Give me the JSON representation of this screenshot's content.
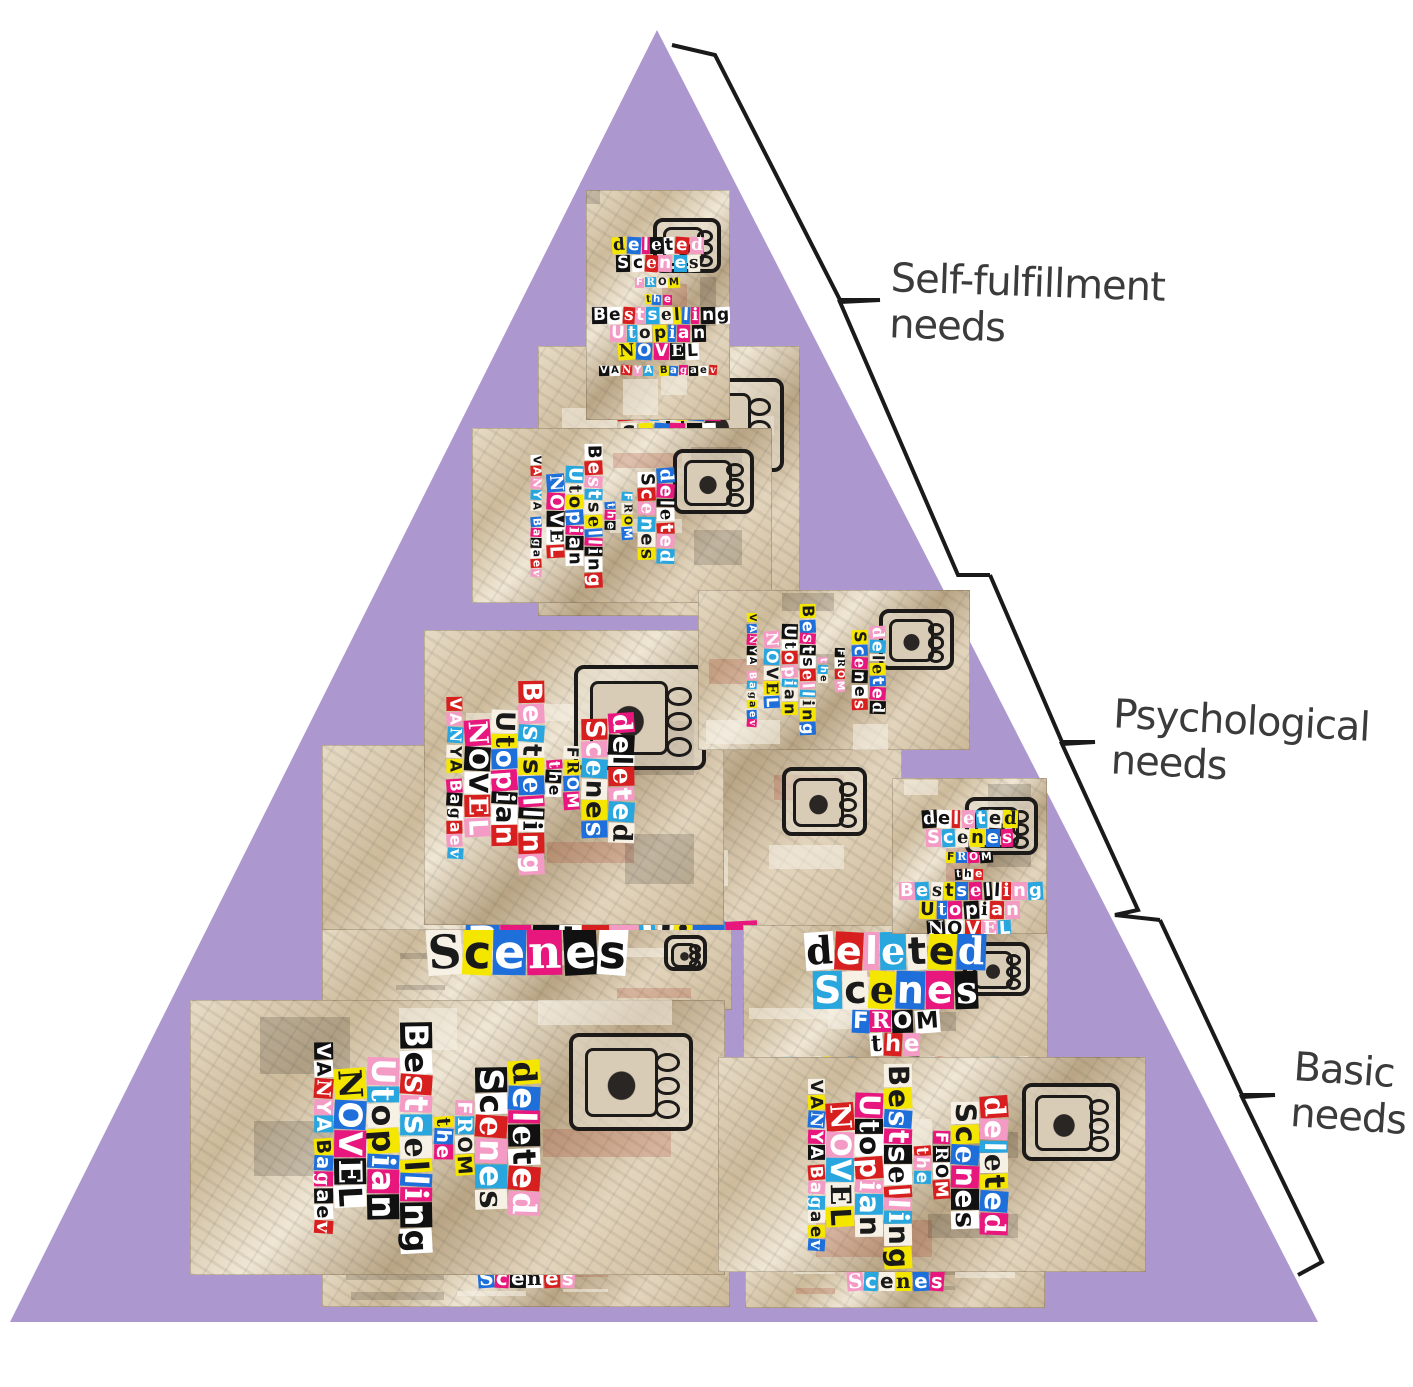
{
  "diagram": {
    "colors": {
      "pyramid_fill": "#ac98cf",
      "bracket_stroke": "#1a1a1a",
      "label_text": "#3b3b3b",
      "page_background": "#ffffff"
    },
    "levels": [
      {
        "label_line1": "Self-fulfillment",
        "label_line2": "needs"
      },
      {
        "label_line1": "Psychological",
        "label_line2": "needs"
      },
      {
        "label_line1": "Basic",
        "label_line2": "needs"
      }
    ],
    "book_cover": {
      "title_words": [
        "deleted",
        "Scenes",
        "FROM",
        "the",
        "Bestselling",
        "Utopian",
        "NOVEL"
      ],
      "author": "VANYA Bagaev",
      "icon": "retro-tv-icon"
    }
  }
}
